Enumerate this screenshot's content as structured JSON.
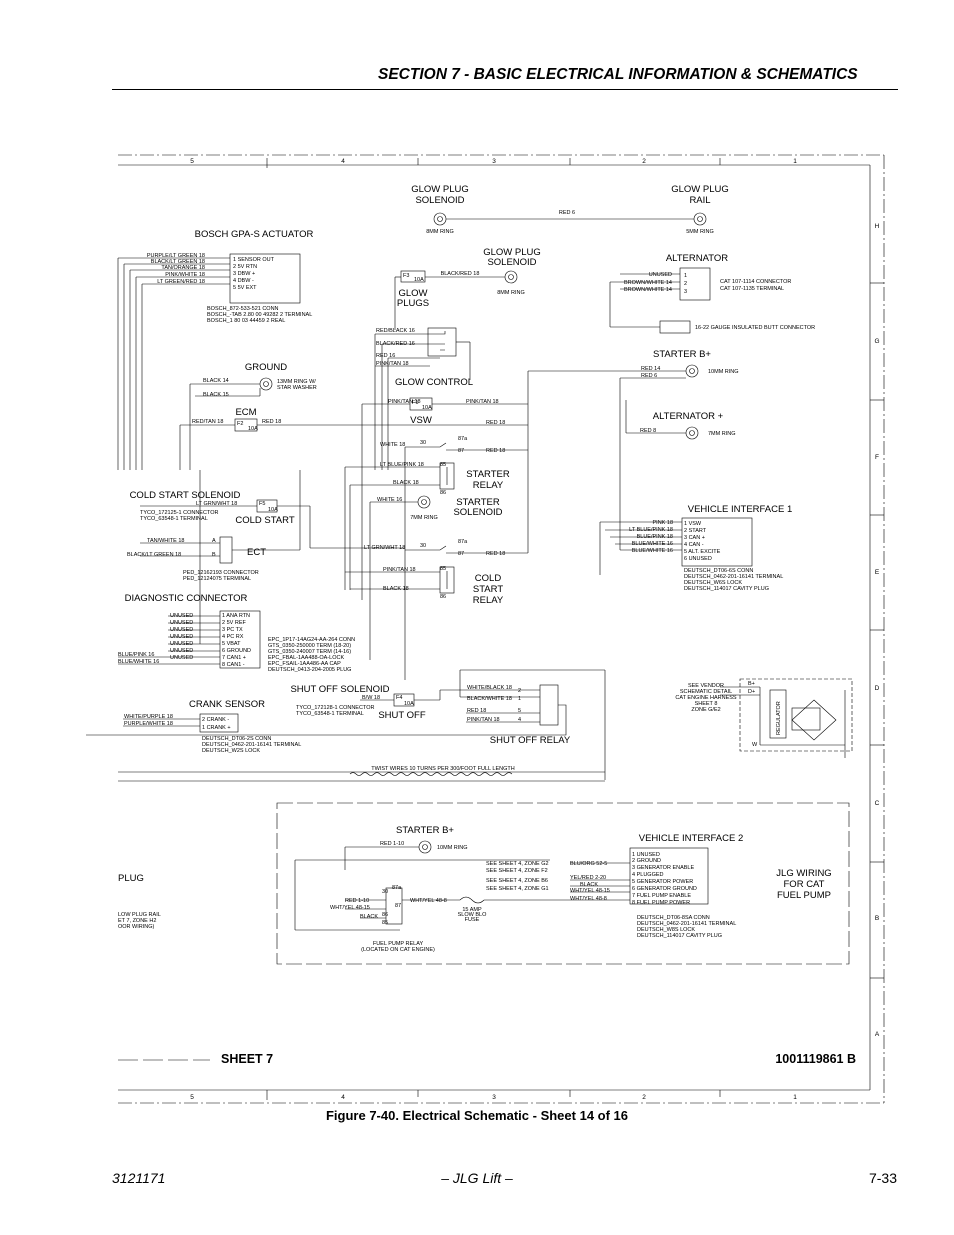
{
  "header": {
    "section_title": "SECTION 7 - BASIC ELECTRICAL INFORMATION & SCHEMATICS"
  },
  "frame": {
    "top_zones": [
      "5",
      "4",
      "3",
      "2",
      "1"
    ],
    "bottom_zones": [
      "5",
      "4",
      "3",
      "2",
      "1"
    ],
    "side_zones": [
      "H",
      "G",
      "F",
      "E",
      "D",
      "C",
      "B",
      "A"
    ]
  },
  "labels": {
    "glow_plug_solenoid_top": [
      "GLOW PLUG",
      "SOLENOID"
    ],
    "glow_plug_rail": [
      "GLOW PLUG",
      "RAIL"
    ],
    "red6": "RED 6",
    "ring8a": "8MM RING",
    "ring5": "5MM RING",
    "bosch_actuator": "BOSCH GPA-S ACTUATOR",
    "actuator_wires": [
      "PURPLE/LT GREEN 18",
      "BLACK/LT GREEN 18",
      "TAN/ORANGE 18",
      "PINK/WHITE 18",
      "LT GREEN/RED 18"
    ],
    "actuator_pins": [
      "1 SENSOR OUT",
      "2 5V RTN",
      "3 DBW +",
      "4 DBW -",
      "5 5V EXT"
    ],
    "bosch_notes": [
      "BOSCH_872-533-521 CONN",
      "BOSCH_-TAB 2.80 00 49282 2 TERMINAL",
      "BOSCH_1 80 03 44459 2 REAL"
    ],
    "glow_plug_solenoid_mid": [
      "GLOW PLUG",
      "SOLENOID"
    ],
    "f3_fuse": "F3",
    "fuse_amps": "10A",
    "black_red_18": "BLACK/RED 18",
    "glow_plugs": [
      "GLOW",
      "PLUGS"
    ],
    "ring8b": "8MM RING",
    "alternator": "ALTERNATOR",
    "alt_wires": [
      "UNUSED",
      "BROWN/WHITE 14",
      "BROWN/WHITE 14"
    ],
    "alt_pins": [
      "1",
      "2",
      "3"
    ],
    "cat_conn": [
      "CAT 107-1114 CONNECTOR",
      "CAT 107-1135 TERMINAL"
    ],
    "butt_connector": "16-22 GAUGE INSULATED BUTT CONNECTOR",
    "glow_control_wires": [
      "RED/BLACK 16",
      "BLACK/RED 16",
      "RED 16",
      "PINK/TAN 18"
    ],
    "glow_control": "GLOW CONTROL",
    "starter_b_plus": "STARTER B+",
    "red_wires_starter": [
      "RED 14",
      "RED 6"
    ],
    "ring10": "10MM RING",
    "ground": "GROUND",
    "ground_wires": [
      "BLACK 14",
      "BLACK 15"
    ],
    "ground_ring": [
      "13MM RING W/",
      "STAR WASHER"
    ],
    "alternator_plus": "ALTERNATOR +",
    "red8": "RED 8",
    "ring7": "7MM RING",
    "ecm": "ECM",
    "red_tan_18": "RED/TAN 18",
    "red_18": "RED 18",
    "f2_fuse": "F2",
    "pink_tan_18": "PINK/TAN 18",
    "f1_fuse": "F1",
    "vsw": "VSW",
    "relay_pins": [
      "30",
      "87a",
      "87",
      "85",
      "86"
    ],
    "white_18": "WHITE 18",
    "red_18b": "RED 18",
    "starter_relay": [
      "STARTER",
      "RELAY"
    ],
    "lt_blue_pink_18": "LT BLUE/PINK 18",
    "black_18": "BLACK 18",
    "white_16": "WHITE 16",
    "starter_solenoid": [
      "STARTER",
      "SOLENOID"
    ],
    "cold_start_solenoid": "COLD START SOLENOID",
    "lt_grn_wht_18": "LT GRN/WHT 18",
    "tyco_cold": [
      "TYCO_172125-1 CONNECTOR",
      "TYCO_63548-1 TERMINAL"
    ],
    "f5_fuse": "F5",
    "cold_start": "COLD START",
    "vehicle_interface_1": "VEHICLE INTERFACE 1",
    "vi1_wires": [
      "PINK 18",
      "LT BLUE/PINK 18",
      "BLUE/PINK 18",
      "BLUE/WHITE 16",
      "BLUE/WHITE 16"
    ],
    "vi1_pins": [
      "1 VSW",
      "2 START",
      "3 CAN +",
      "4 CAN -",
      "5 ALT. EXCITE",
      "6 UNUSED"
    ],
    "vi1_notes": [
      "DEUTSCH_DT06-6S CONN",
      "DEUTSCH_0462-201-16141 TERMINAL",
      "DEUTSCH_W6S LOCK",
      "DEUTSCH_114017 CAVITY PLUG"
    ],
    "ect_wires": [
      "TAN/WHITE 18",
      "BLACK/LT GREEN 18"
    ],
    "ect_pins": [
      "A",
      "B"
    ],
    "ect": "ECT",
    "ect_notes": [
      "PED_12162193 CONNECTOR",
      "PED_12124075 TERMINAL"
    ],
    "lt_grn_wht_18b": "LT GRN/WHT 18",
    "red_18c": "RED 18",
    "pink_tan_18b": "PINK/TAN 18",
    "cold_start_relay": [
      "COLD",
      "START",
      "RELAY"
    ],
    "diagnostic_connector": "DIAGNOSTIC CONNECTOR",
    "diag_wires": [
      "UNUSED",
      "UNUSED",
      "UNUSED",
      "UNUSED",
      "UNUSED",
      "UNUSED",
      "UNUSED",
      "BLUE/PINK 16",
      "BLUE/WHITE 16"
    ],
    "diag_pins": [
      "1 ANA RTN",
      "2 5V REF",
      "3 PC TX",
      "4 PC RX",
      "5 VBAT",
      "6 GROUND",
      "7 CAN1 +",
      "8 CAN1 -"
    ],
    "diag_notes": [
      "EPC_1P17-14AG24-AA-264 CONN",
      "GTS_0350-250000 TERM (18-20)",
      "GTS_0350-240007 TERM (14-16)",
      "EPC_FBAL-1AA488-OA-LOCK",
      "EPC_FSAIL-1AA486-AA CAP",
      "DEUTSCH_0413-204-2005 PLUG"
    ],
    "shut_off_solenoid": "SHUT OFF SOLENOID",
    "tyco_shut": [
      "TYCO_172128-1 CONNECTOR",
      "TYCO_63548-1 TERMINAL"
    ],
    "b_w_18": "B/W 18",
    "f4_fuse": "F4",
    "shut_off": "SHUT OFF",
    "shut_off_wires": [
      "WHITE/BLACK 18",
      "BLACK/WHITE 18",
      "RED 18",
      "PINK/TAN 18"
    ],
    "shut_off_pins": [
      "2",
      "1",
      "5",
      "4"
    ],
    "shut_off_relay": "SHUT OFF RELAY",
    "crank_sensor": "CRANK SENSOR",
    "crank_wires": [
      "WHITE/PURPLE 18",
      "PURPLE/WHITE 18"
    ],
    "crank_pins": [
      "2 CRANK -",
      "1 CRANK +"
    ],
    "crank_notes": [
      "DEUTSCH_DT06-2S CONN",
      "DEUTSCH_0462-201-16141 TERMINAL",
      "DEUTSCH_W2S LOCK"
    ],
    "vendor_note": [
      "SEE VENDOR",
      "SCHEMATIC DETAIL",
      "CAT ENGINE HARNESS",
      "SHEET 8",
      "ZONE G/E2"
    ],
    "b_plus": "B+",
    "d_plus": "D+",
    "w_label": "W",
    "regulator": "REGULATOR",
    "twist_wires": "TWIST WIRES 10 TURNS PER 300/FOOT FULL LENGTH",
    "starter_b_plus_2": "STARTER B+",
    "red_1_10": "RED 1-10",
    "ring10b": "10MM RING",
    "vehicle_interface_2": "VEHICLE INTERFACE 2",
    "see_sheets": [
      "SEE SHEET 4, ZONE G2",
      "SEE SHEET 4, ZONE F2",
      "SEE SHEET 4, ZONE B6",
      "SEE SHEET 4, ZONE G1"
    ],
    "vi2_mid_wires": [
      "BLU/ORG 52-5",
      "YEL/RED 2-20",
      "BLACK",
      "WHT/YEL 48-15",
      "WHT/YEL 48-8"
    ],
    "vi2_pins": [
      "1 UNUSED",
      "2 GROUND",
      "3 GENERATOR ENABLE",
      "4 PLUGGED",
      "5 GENERATOR POWER",
      "6 GENERATOR GROUND",
      "7 FUEL PUMP ENABLE",
      "8 FUEL PUMP POWER"
    ],
    "vi2_notes": [
      "DEUTSCH_DT06-8SA CONN",
      "DEUTSCH_0462-201-16141 TERMINAL",
      "DEUTSCH_W8S LOCK",
      "DEUTSCH_114017 CAVITY PLUG"
    ],
    "jlg_wiring": [
      "JLG WIRING",
      "FOR CAT",
      "FUEL PUMP"
    ],
    "fuel_relay_wires": [
      "RED 1-10",
      "WHT/YEL 48-15",
      "BLACK",
      "WHT/YEL 48-8"
    ],
    "fuel_relay_pins": [
      "30",
      "87a",
      "87",
      "86",
      "85"
    ],
    "fuse_15amp": [
      "15 AMP",
      "SLOW BLO",
      "FUSE"
    ],
    "fuel_pump_relay": [
      "FUEL PUMP RELAY",
      "(LOCATED ON CAT ENGINE)"
    ],
    "plug": "PLUG",
    "glow_plug_rail_note": [
      "LOW PLUG RAIL",
      "ET 7, ZONE H2",
      "OOR WIRING)"
    ],
    "sheet": "SHEET 7",
    "drawing_number": "1001119861 B"
  },
  "caption": "Figure 7-40.  Electrical Schematic - Sheet 14 of 16",
  "footer": {
    "doc_number": "3121171",
    "company": "– JLG Lift –",
    "page": "7-33"
  }
}
